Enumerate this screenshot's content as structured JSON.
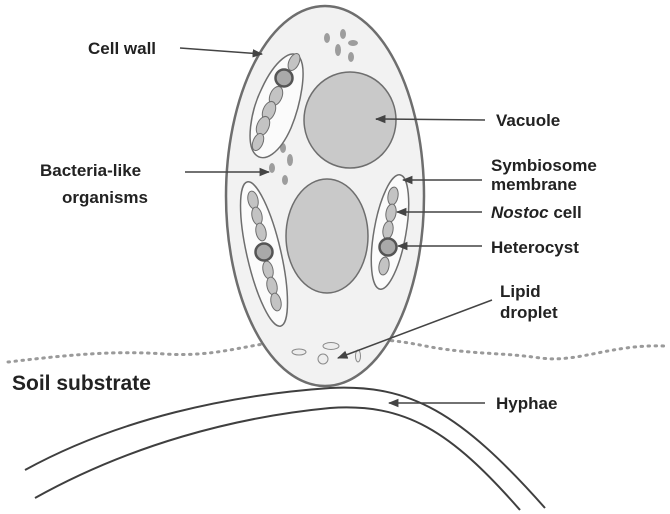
{
  "diagram": {
    "labels": {
      "cell_wall": "Cell wall",
      "vacuole": "Vacuole",
      "bacteria_line1": "Bacteria-like",
      "bacteria_line2": "organisms",
      "symbiosome_line1": "Symbiosome",
      "symbiosome_line2": "membrane",
      "nostoc_italic": "Nostoc",
      "nostoc_rest": " cell",
      "heterocyst": "Heterocyst",
      "lipid_line1": "Lipid",
      "lipid_line2": "droplet",
      "soil_substrate": "Soil substrate",
      "hyphae": "Hyphae"
    },
    "colors": {
      "background": "#ffffff",
      "outline": "#6e6e6e",
      "cell_fill": "#f2f2f2",
      "vacuole_fill": "#c9c9c9",
      "nostoc_fill": "#c3c3c3",
      "heterocyst_fill": "#a9a9a9",
      "arrow": "#444444",
      "text": "#222222",
      "soil_dots": "#9a9a9a"
    }
  }
}
